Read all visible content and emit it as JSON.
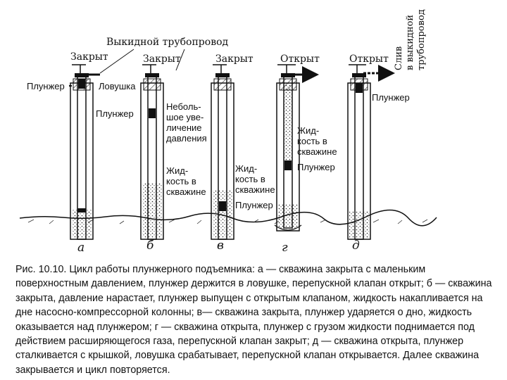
{
  "labels": {
    "discharge_pipeline": "Выкидной трубопровод",
    "drain_line1": "Слив",
    "drain_line2": "в выкидной",
    "drain_line3": "трубопровод",
    "plunger": "Плунжер",
    "trap": "Ловушка",
    "small_increase": [
      "Небольшое уве-",
      "шое уве-",
      "личение",
      "давления"
    ],
    "small_increase_first": "Неболь-",
    "fluid_in_well": [
      "Жид-",
      "кость в",
      "скважине"
    ]
  },
  "wells": [
    {
      "letter": "а",
      "status": "Закрыт"
    },
    {
      "letter": "б",
      "status": "Закрыт"
    },
    {
      "letter": "в",
      "status": "Закрыт"
    },
    {
      "letter": "г",
      "status": "Открыт"
    },
    {
      "letter": "д",
      "status": "Открыт"
    }
  ],
  "caption": {
    "number": "Рис. 10.10.",
    "text": " Цикл работы плунжерного подъемника: а — скважина закрыта с маленьким поверхностным давлением, плунжер держится в ловушке, перепускной клапан открыт; б — скважина закрыта, давление нарастает, плунжер выпущен с открытым клапаном, жидкость накапливается на дне насосно-компрессорной колонны; в— скважина закрыта, плунжер ударяется о дно, жидкость оказывается над плунжером; г — скважина открыта, плунжер с грузом жидкости поднимается под действием расширяющегося газа, перепускной клапан закрыт; д — скважина открыта, плунжер сталкивается с крышкой, ловушка срабатывает, перепускной клапан открывается. Далее скважина закрывается и цикл повторяется."
  }
}
